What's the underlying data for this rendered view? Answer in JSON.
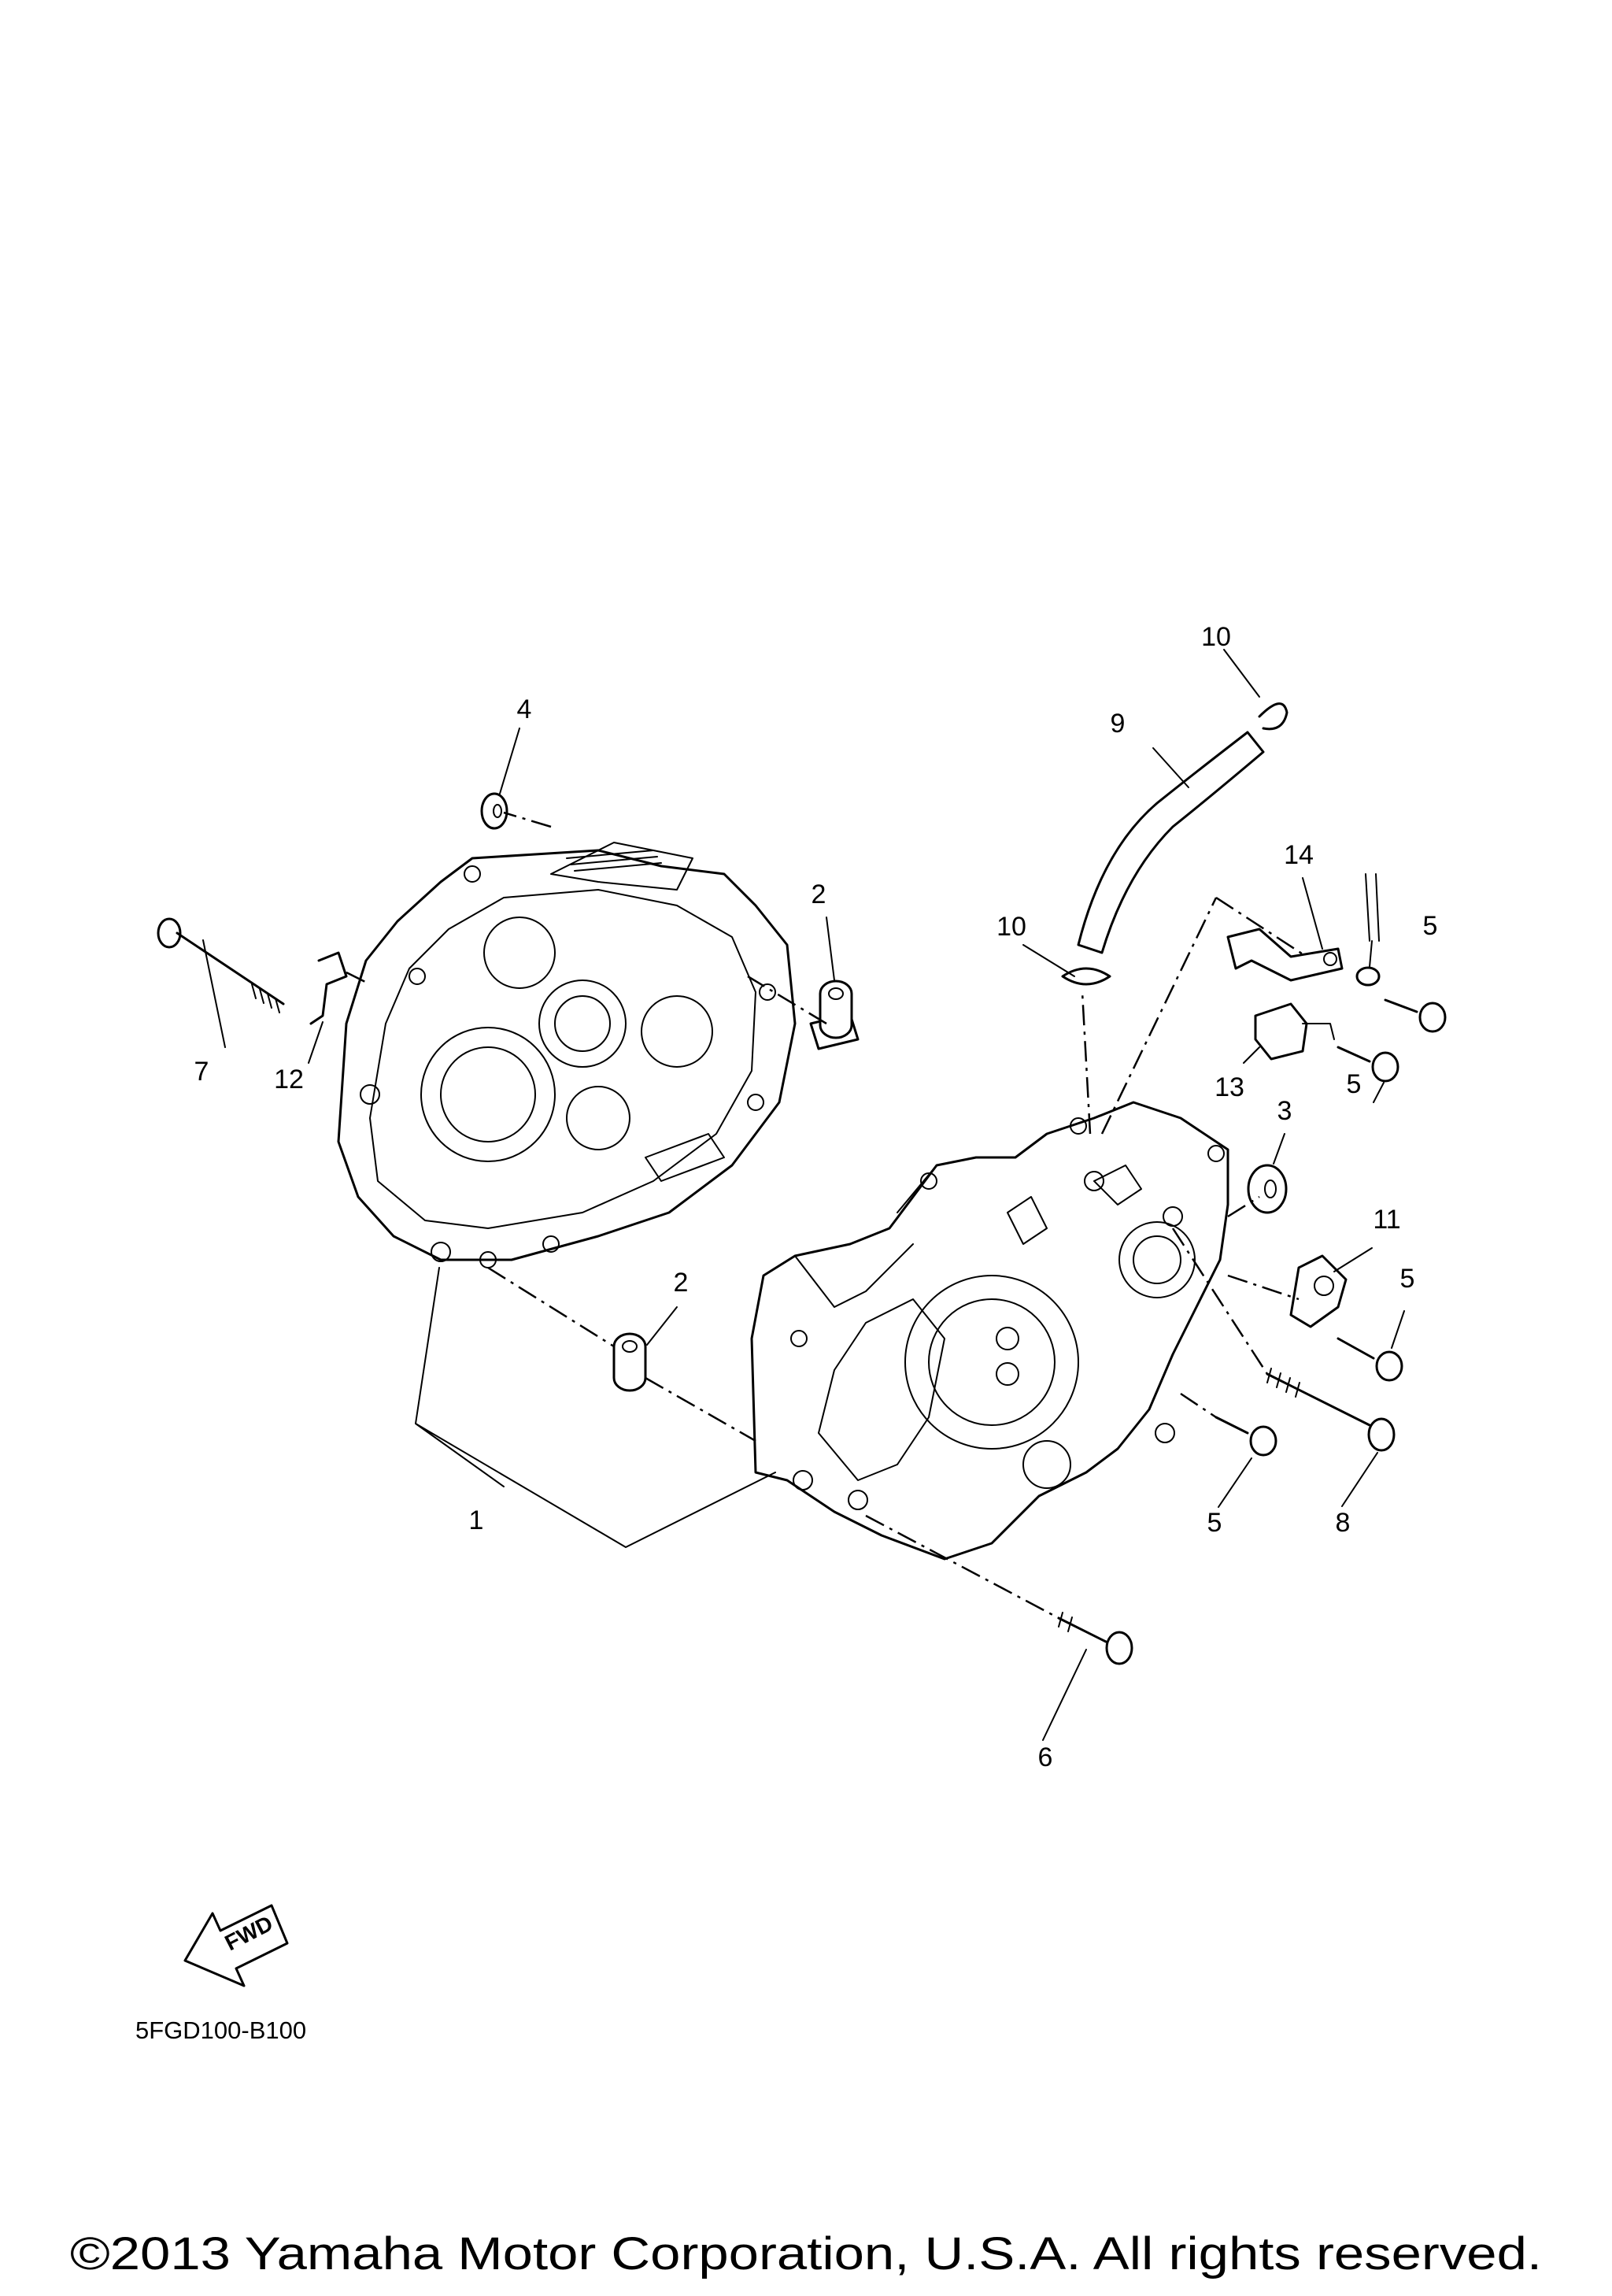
{
  "diagram": {
    "callouts": [
      "1",
      "2",
      "2",
      "3",
      "4",
      "5",
      "5",
      "5",
      "5",
      "6",
      "7",
      "8",
      "9",
      "10",
      "10",
      "11",
      "12",
      "13",
      "14"
    ],
    "fwd_label": "FWD",
    "part_code": "5FGD100-B100",
    "copyright": "©2013 Yamaha Motor Corporation, U.S.A. All rights reserved."
  }
}
